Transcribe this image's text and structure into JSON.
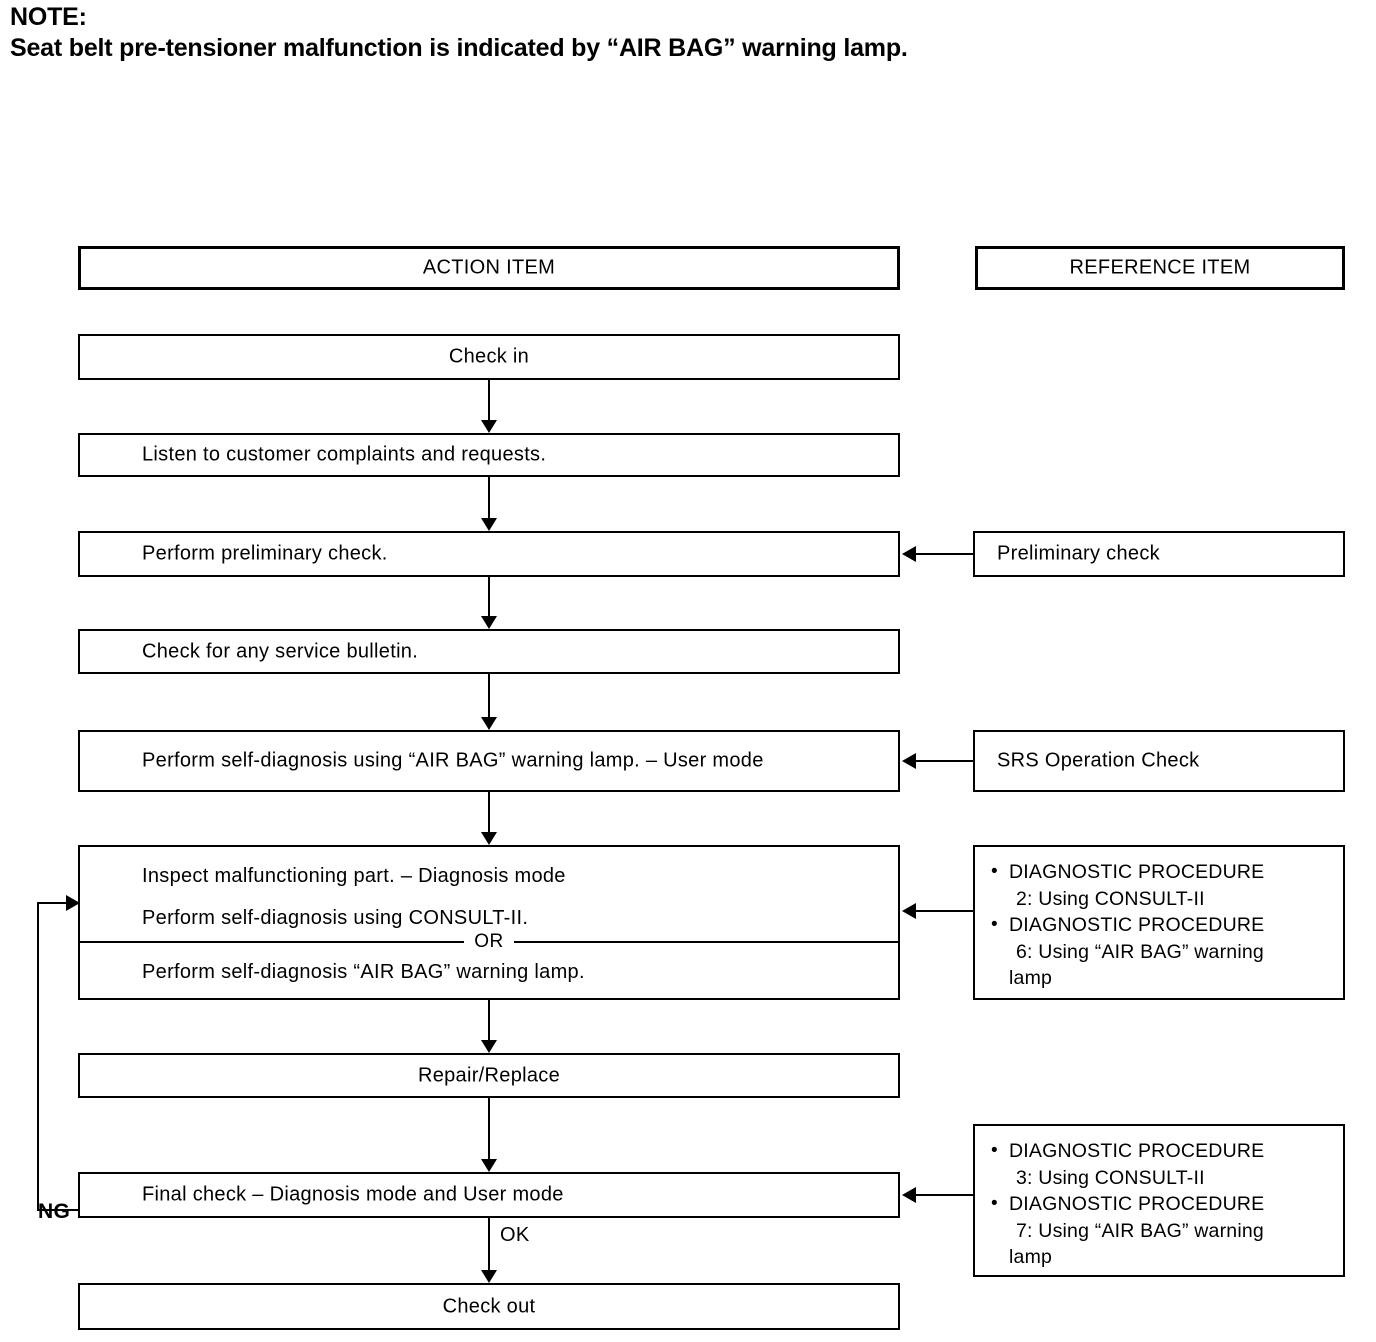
{
  "note": {
    "label": "NOTE:",
    "text": "Seat belt pre-tensioner malfunction is indicated by “AIR BAG” warning lamp."
  },
  "headers": {
    "action": "ACTION ITEM",
    "reference": "REFERENCE ITEM"
  },
  "action_items": [
    {
      "id": "check-in",
      "label": "Check in",
      "align": "center"
    },
    {
      "id": "listen",
      "label": "Listen to customer complaints and requests.",
      "align": "left"
    },
    {
      "id": "preliminary",
      "label": "Perform preliminary check.",
      "align": "left"
    },
    {
      "id": "bulletin",
      "label": "Check for any service bulletin.",
      "align": "left"
    },
    {
      "id": "self-diagnosis-user",
      "label": "Perform self-diagnosis using “AIR BAG” warning lamp. – User mode",
      "align": "left"
    },
    {
      "id": "repair-replace",
      "label": "Repair/Replace",
      "align": "center"
    },
    {
      "id": "final-check",
      "label": "Final check – Diagnosis mode and User mode",
      "align": "left"
    },
    {
      "id": "check-out",
      "label": "Check out",
      "align": "center"
    }
  ],
  "inspect_box": {
    "line1": "Inspect malfunctioning part. – Diagnosis mode",
    "line2": "Perform self-diagnosis using CONSULT-II.",
    "or": "OR",
    "line3": "Perform self-diagnosis “AIR BAG” warning lamp."
  },
  "reference_items": [
    {
      "id": "preliminary-check-ref",
      "kind": "plain",
      "label": "Preliminary check"
    },
    {
      "id": "srs-operation-check-ref",
      "kind": "plain",
      "label": "SRS Operation Check"
    },
    {
      "id": "diagnostic-procedure-2-6",
      "kind": "list",
      "entries": [
        {
          "l1": "DIAGNOSTIC PROCEDURE",
          "l2": "2: Using CONSULT-II",
          "l3": ""
        },
        {
          "l1": "DIAGNOSTIC PROCEDURE",
          "l2": "6: Using “AIR BAG” warning",
          "l3": "lamp"
        }
      ]
    },
    {
      "id": "diagnostic-procedure-3-7",
      "kind": "list",
      "entries": [
        {
          "l1": "DIAGNOSTIC PROCEDURE",
          "l2": "3: Using CONSULT-II",
          "l3": ""
        },
        {
          "l1": "DIAGNOSTIC PROCEDURE",
          "l2": "7: Using “AIR BAG” warning",
          "l3": "lamp"
        }
      ]
    }
  ],
  "edge_labels": {
    "ng": "NG",
    "ok": "OK"
  },
  "bullet_glyph": "•",
  "colors": {
    "stroke": "#000000",
    "background": "#ffffff"
  }
}
